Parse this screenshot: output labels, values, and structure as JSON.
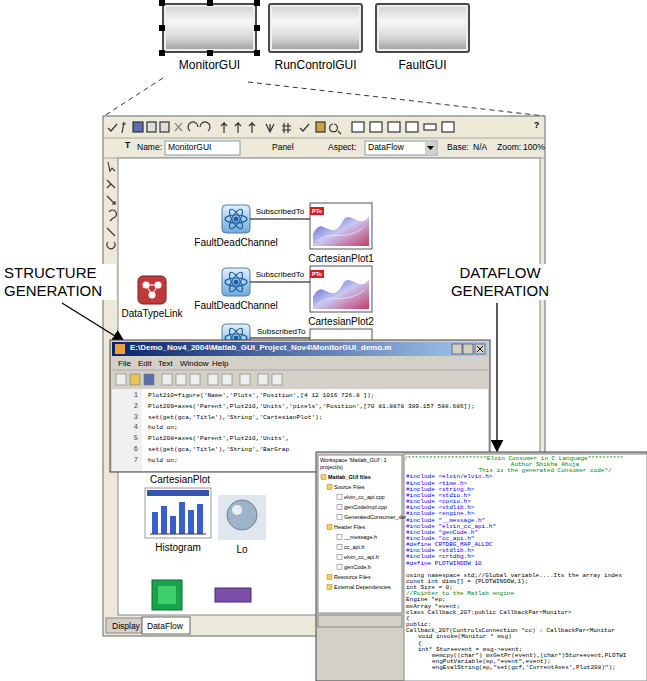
{
  "diagram": {
    "nodes": [
      {
        "text": [
          "MonitorGUI"
        ]
      },
      {
        "text": [
          "RunControlGUI"
        ]
      },
      {
        "text": [
          "FaultGUI"
        ]
      },
      {
        "text": [
          "FaultDeadChannel"
        ]
      },
      {
        "text": [
          "CartesianPlot1"
        ]
      },
      {
        "text": [
          "FaultDeadChannel"
        ]
      },
      {
        "text": [
          "CartesianPlot2"
        ]
      },
      {
        "text": [
          "DataTypeLink"
        ]
      },
      {
        "text": [
          "Histogram"
        ]
      },
      {
        "text": [
          "Lo"
        ]
      }
    ],
    "edges": [
      {
        "from": 3,
        "to": 4,
        "label": "SubscribedTo",
        "arrow": "none"
      },
      {
        "from": 5,
        "to": 6,
        "label": "SubscribedTo",
        "arrow": "none"
      }
    ],
    "labels": [
      "STRUCTURE GENERATION",
      "DATAFLOW GENERATION",
      "T",
      "Name:",
      "MonitorGUI",
      "Panel",
      "Aspect:",
      "DataFlow",
      "Base:",
      "N/A",
      "Zoom:",
      "100%",
      "?",
      "PTo",
      "PTo",
      "SubscribedTo",
      "CartesianPlot",
      "Display",
      "DataFlow",
      "E:\\Demo_Nov4_2004\\Matlab_GUI_Project_Nov4\\MonitorGUI_demo.m",
      "File",
      "Edit",
      "Text",
      "Window",
      "Help",
      "1",
      "Plot210=figure('Name','Plots','Position',[4 12 1016 726.8 ]);",
      "2",
      "Plot209=axes('Parent',Plot210,'Units','pixels','Position',[70 81.8878 389.157 588.686]);",
      "3",
      "set(get(gca,'Title'),'String','CartesianPlot');",
      "4",
      "hold on;",
      "5",
      "Plot208=axes('Parent',Plot210,'Units',",
      "6",
      "set(get(gca,'Title'),'String','BarGrap",
      "7",
      "hold on;",
      "Workspace 'Matlab_GUI': 1 project(s)",
      "Matlab_GUI files",
      "Source Files",
      "elvin_cc_api.cpp",
      "genCodeImpl.cpp",
      "GeneratedConsumer_der",
      "Header Files",
      "__message.h",
      "cc_api.h",
      "elvin_cc_api.h",
      "genCode.h",
      "Resource Files",
      "External Dependencies",
      "/**********************Elvin Consumer in C Language**********",
      "Author Shikha Ahuja",
      "This is the generated Consumer code*/",
      "#include <elvin/elvin.h>",
      "#include <time.h>",
      "#include <string.h>",
      "#include <stdio.h>",
      "#include <conio.h>",
      "#include <stdlib.h>",
      "#include <engine.h>",
      "#include \"__message.h\"",
      "#include \"elvin_cc_api.h\"",
      "#include \"genCode.h\"",
      "#include \"cc_api.h\"",
      "#define CRTDBG_MAP_ALLOC",
      "#include <stdlib.h>",
      "#include <crtdbg.h>",
      "#define PLOTWINDOW 10",
      "using namespace std;//Global variable....Its the array index",
      "const int dims[] = {PLOTWINDOW,1};",
      "int Size = 0;",
      "//Pointer to the Matlab engine",
      "Engine *ep;",
      "mxArray *event;",
      "class Callback_207:public CallbackPar<Monitor>",
      "{",
      "public:",
      "Callback_207(ControlsConnection *cc) : CallbackPar<Monitor",
      "void invoke(Monitor * msg)",
      "{",
      "int* Storeevent = msg->event;",
      "memcpy((char*) mxGetPr(event),(char*)Storeevent,PLOTWI",
      "engPutVariable(ep,\"event\",event);",
      "engEvalString(ep,\"set(gcf,'CurrentAxes',Plot208)\");"
    ]
  }
}
